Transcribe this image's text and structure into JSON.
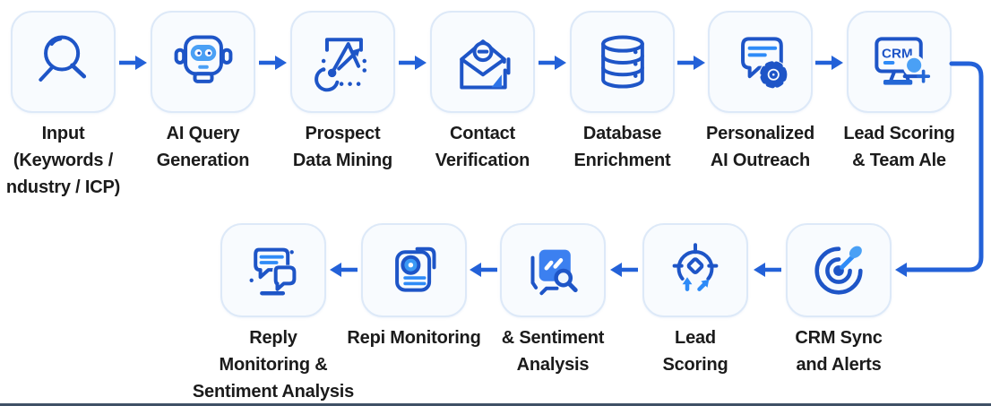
{
  "flow": {
    "top_row_direction": "left-to-right",
    "bottom_row_direction": "right-to-left",
    "top_row": [
      {
        "label": "Input\n(Keywords /\nndustry / ICP)",
        "icon": "search-icon"
      },
      {
        "label": "AI Query\nGeneration",
        "icon": "robot-icon"
      },
      {
        "label": "Prospect\nData Mining",
        "icon": "data-mining-icon"
      },
      {
        "label": "Contact\nVerification",
        "icon": "mail-check-icon"
      },
      {
        "label": "Database\nEnrichment",
        "icon": "database-icon"
      },
      {
        "label": "Personalized\nAI Outreach",
        "icon": "chat-gear-icon"
      },
      {
        "label": "Lead Scoring\n& Team Ale",
        "icon": "crm-monitor-icon",
        "icon_text": "CRM"
      }
    ],
    "bottom_row": [
      {
        "label": "Reply\nMonitoring &\nSentiment Analysis",
        "icon": "chat-bubbles-icon"
      },
      {
        "label": "Repi Monitoring",
        "icon": "document-record-icon"
      },
      {
        "label": "& Sentiment\nAnalysis",
        "icon": "image-search-icon"
      },
      {
        "label": "Lead\nScoring",
        "icon": "compass-arrows-icon"
      },
      {
        "label": "CRM Sync\nand Alerts",
        "icon": "target-dart-icon"
      }
    ],
    "colors": {
      "icon_stroke": "#1e55c7",
      "icon_accent_line": "#2e8bf7",
      "icon_accent_fill": "#4aa0f5",
      "icon_solid_fill": "#3c80f0",
      "arrow": "#2361d8",
      "box_background": "#f8fbfe",
      "box_border": "#dde9f8",
      "label_text": "#1b1b1b",
      "bottom_rule": "#3f5166"
    }
  }
}
